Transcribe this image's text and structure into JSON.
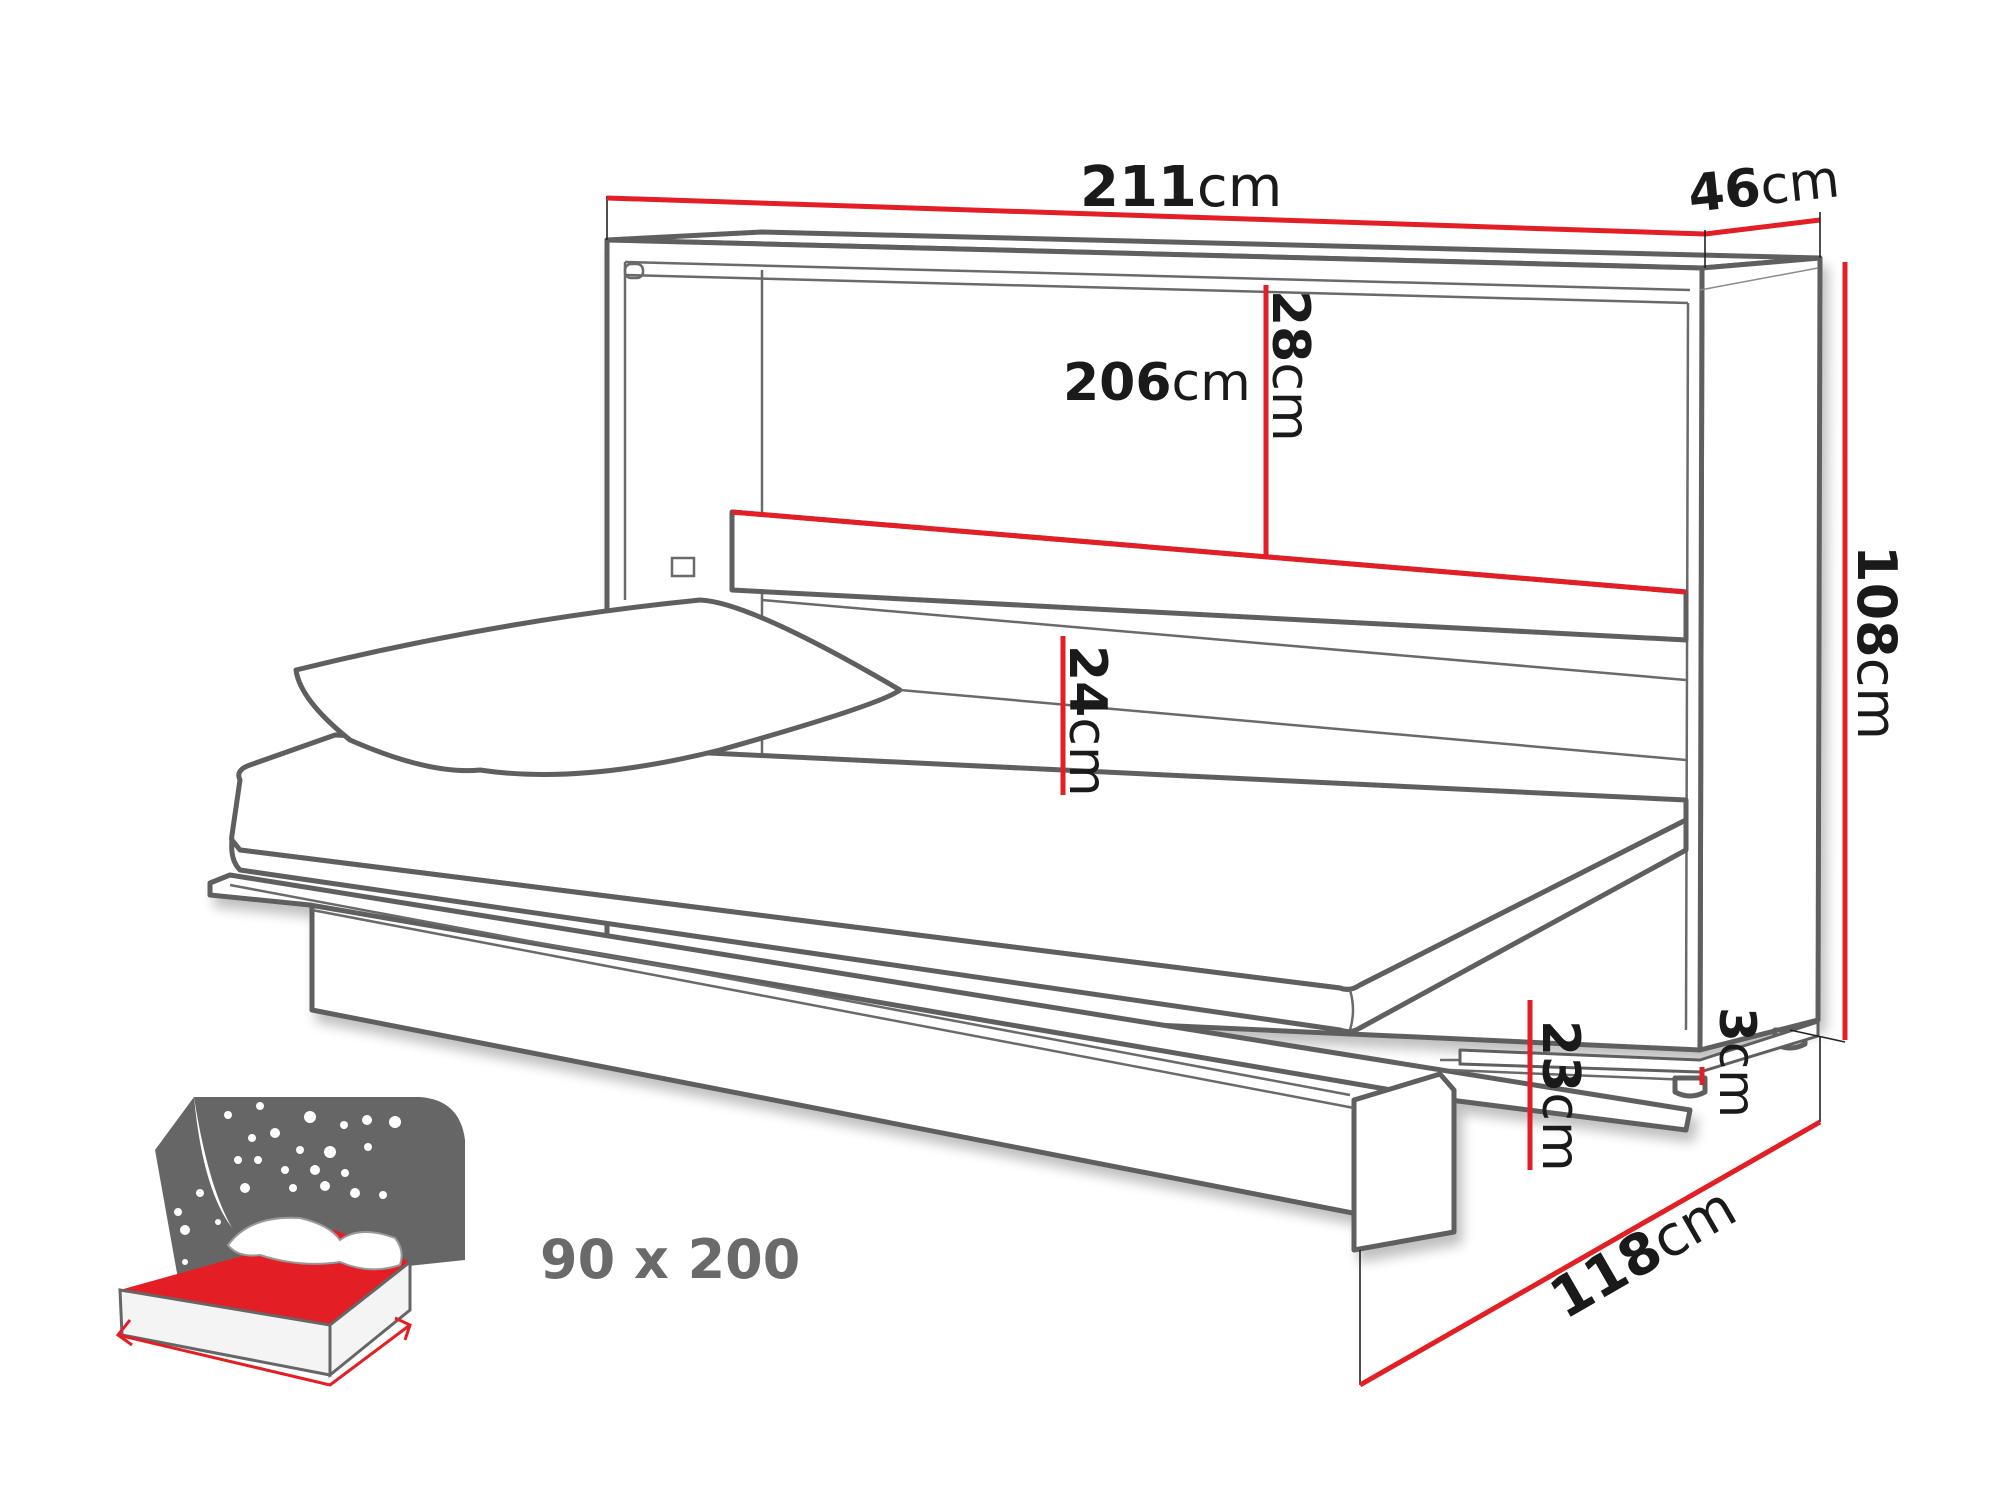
{
  "diagram": {
    "title": "Horizontal wall bed dimension drawing",
    "colors": {
      "outline": "#5f5f5f",
      "dimension_line": "#e31e24",
      "text": "#1a1a1a",
      "icon_gray": "#666666",
      "icon_red": "#e31e24"
    },
    "dimensions": {
      "width_total": {
        "value": "211",
        "unit": "cm"
      },
      "depth_cabinet": {
        "value": "46",
        "unit": "cm"
      },
      "shelf_width": {
        "value": "206",
        "unit": "cm"
      },
      "shelf_top_gap": {
        "value": "28",
        "unit": "cm"
      },
      "shelf_bottom_gap": {
        "value": "24",
        "unit": "cm"
      },
      "height_total": {
        "value": "108",
        "unit": "cm"
      },
      "leg_clearance": {
        "value": "23",
        "unit": "cm"
      },
      "foot_height": {
        "value": "3",
        "unit": "cm"
      },
      "depth_open": {
        "value": "118",
        "unit": "cm"
      }
    },
    "mattress_badge": {
      "icon": "bed-night-sky-icon",
      "size_text": "90 x 200"
    }
  }
}
